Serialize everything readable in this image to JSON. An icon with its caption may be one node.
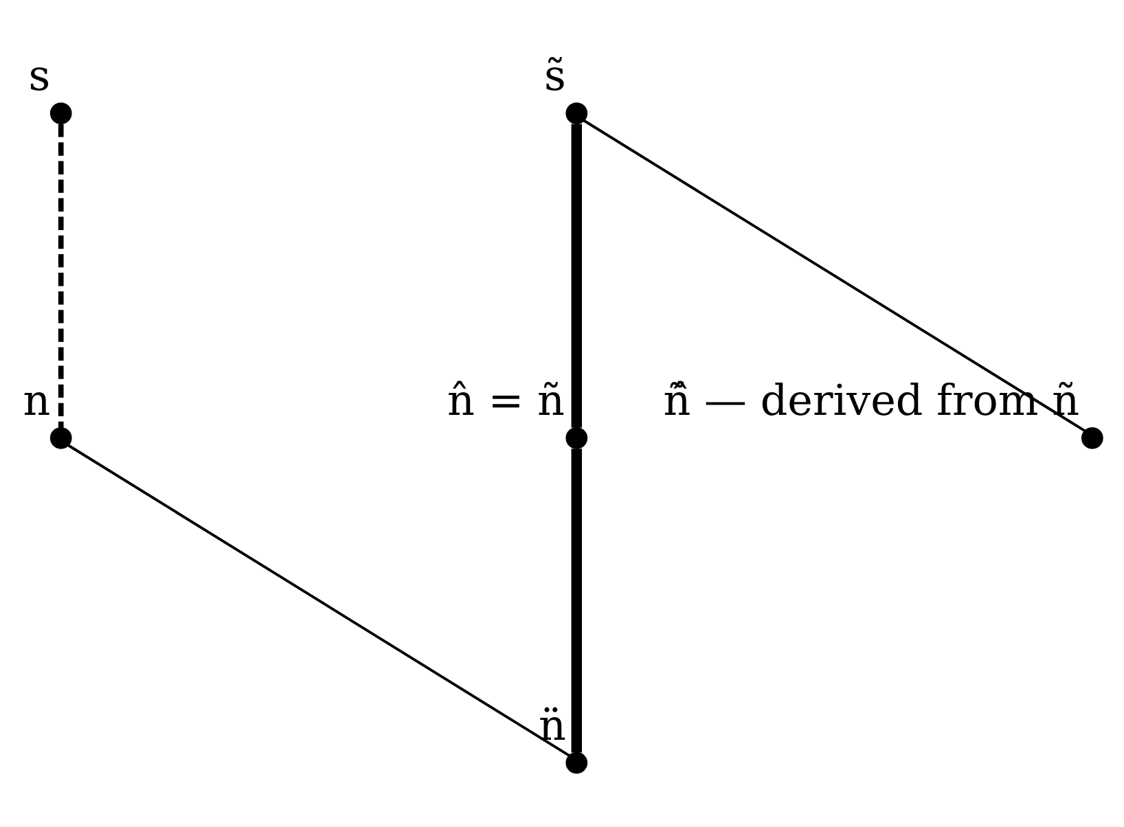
{
  "diagram": {
    "nodes": [
      {
        "text": [],
        "shape": "circle",
        "beside": [
          "s"
        ]
      },
      {
        "text": [],
        "shape": "circle",
        "beside": [
          "s̃"
        ]
      },
      {
        "text": [],
        "shape": "circle",
        "beside": [
          "n"
        ]
      },
      {
        "text": [],
        "shape": "circle",
        "beside": [
          "n̂ = ñ"
        ]
      },
      {
        "text": [],
        "shape": "circle",
        "beside": [
          "ñ̂ — derived from ñ"
        ]
      },
      {
        "text": [],
        "shape": "circle",
        "beside": [
          "n̈"
        ]
      }
    ],
    "edges": [
      {
        "from": 0,
        "to": 2,
        "arrow": "none",
        "style": "dashed"
      },
      {
        "from": 1,
        "to": 3,
        "arrow": "none",
        "style": "thick"
      },
      {
        "from": 1,
        "to": 4,
        "arrow": "none"
      },
      {
        "from": 3,
        "to": 5,
        "arrow": "none",
        "style": "thick"
      },
      {
        "from": 2,
        "to": 5,
        "arrow": "none"
      }
    ]
  }
}
